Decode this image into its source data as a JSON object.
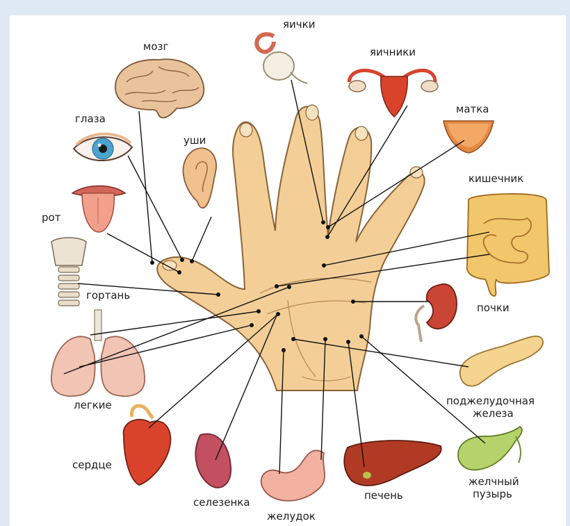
{
  "labels": {
    "brain": "мозг",
    "testes": "яички",
    "ovaries": "яичники",
    "uterus": "матка",
    "eyes": "глаза",
    "ears": "уши",
    "intestine": "кишечник",
    "mouth": "рот",
    "larynx": "гортань",
    "kidneys": "почки",
    "lungs": "легкие",
    "pancreas_line1": "поджелудочная",
    "pancreas_line2": "железа",
    "heart": "сердце",
    "spleen": "селезенка",
    "stomach": "желудок",
    "liver": "печень",
    "gallbladder_line1": "желчный",
    "gallbladder_line2": "пузырь"
  },
  "colors": {
    "page_border": "#dfe9f6",
    "background": "#ffffff",
    "skin": "#f3cf97",
    "organ_red": "#d9432c",
    "intestine": "#f2c66a",
    "brain": "#e9c39c",
    "gallbladder": "#b6d36b"
  }
}
